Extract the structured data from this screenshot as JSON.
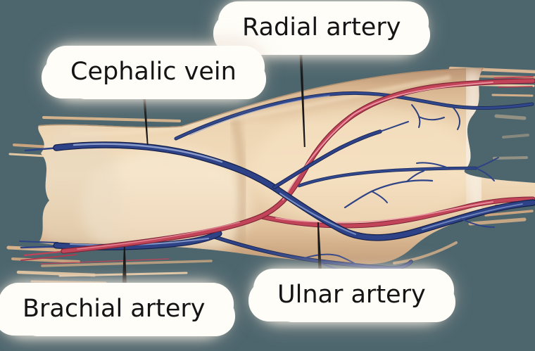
{
  "figure": {
    "description": "Anatomical illustration of forearm blood vessels with four callout labels",
    "background_color": "#4d666e"
  },
  "labels": {
    "radial_artery": {
      "text": "Radial artery"
    },
    "cephalic_vein": {
      "text": "Cephalic vein"
    },
    "brachial_artery": {
      "text": "Brachial artery"
    },
    "ulnar_artery": {
      "text": "Ulnar artery"
    }
  },
  "colors": {
    "background": "#4d666e",
    "skin": "#ecd2af",
    "skin_highlight": "#f8e7ca",
    "skin_edge": "#a8896b",
    "artery": "#c14459",
    "artery_dark": "#7c2436",
    "artery_highlight": "#ef9aa6",
    "vein": "#2e4387",
    "vein_dark": "#141f4a",
    "vein_highlight": "#93a4d0",
    "label_background": "#fffdf8",
    "label_text": "#141414",
    "leader_line": "#191919"
  }
}
